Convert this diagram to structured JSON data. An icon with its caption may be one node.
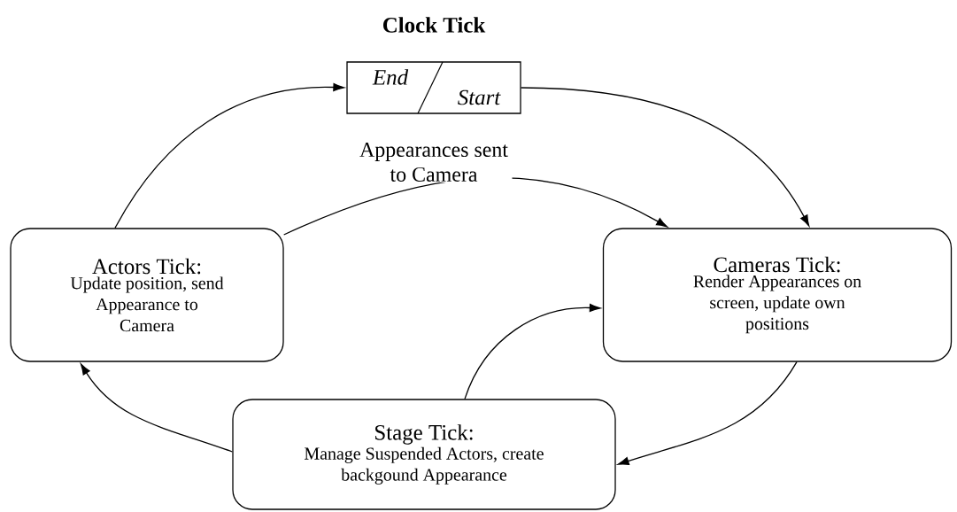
{
  "diagram": {
    "nodes": [
      {
        "text": [
          "Clock Tick",
          "End",
          "Start"
        ]
      },
      {
        "text": [
          "Actors Tick:",
          "Update position, send Appearance to Camera"
        ]
      },
      {
        "text": [
          "Cameras Tick:",
          "Render Appearances on screen, update own positions"
        ]
      },
      {
        "text": [
          "Stage Tick:",
          "Manage Suspended Actors, create backgound Appearance"
        ]
      }
    ],
    "edges": [
      {
        "from": 0,
        "to": 2,
        "arrow": "to"
      },
      {
        "from": 2,
        "to": 3,
        "arrow": "to"
      },
      {
        "from": 3,
        "to": 1,
        "arrow": "to"
      },
      {
        "from": 1,
        "to": 0,
        "arrow": "to"
      },
      {
        "from": 1,
        "to": 2,
        "arrow": "to",
        "label": "Appearances sent to Camera"
      },
      {
        "from": 3,
        "to": 2,
        "arrow": "to"
      }
    ]
  }
}
